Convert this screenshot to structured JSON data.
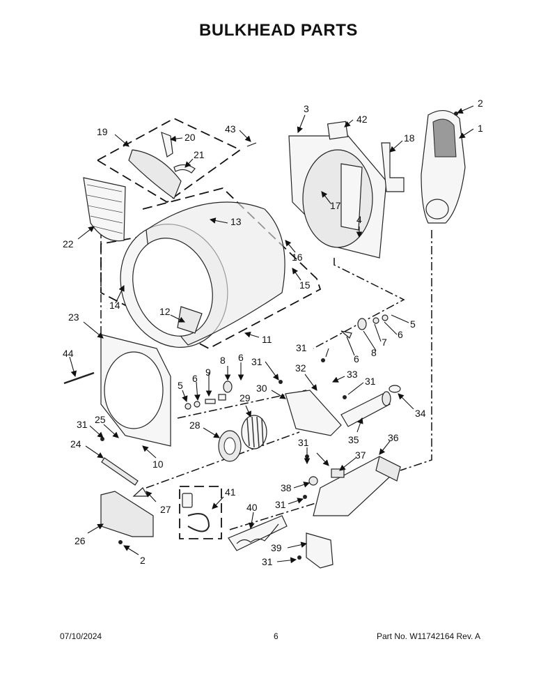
{
  "title": "BULKHEAD PARTS",
  "footer": {
    "date": "07/10/2024",
    "page": "6",
    "part_no": "Part No.  W11742164  Rev.  A"
  },
  "callouts": {
    "c1": "1",
    "c2a": "2",
    "c2b": "2",
    "c3": "3",
    "c4": "4",
    "c5a": "5",
    "c5b": "5",
    "c6a": "6",
    "c6b": "6",
    "c6c": "6",
    "c6d": "6",
    "c7": "7",
    "c8a": "8",
    "c8b": "8",
    "c9": "9",
    "c10": "10",
    "c11": "11",
    "c12": "12",
    "c13": "13",
    "c14": "14",
    "c15": "15",
    "c16": "16",
    "c17": "17",
    "c18": "18",
    "c19": "19",
    "c20": "20",
    "c21": "21",
    "c22": "22",
    "c23": "23",
    "c24": "24",
    "c25": "25",
    "c26": "26",
    "c27": "27",
    "c28": "28",
    "c29": "29",
    "c30": "30",
    "c31a": "31",
    "c31b": "31",
    "c31c": "31",
    "c31d": "31",
    "c31e": "31",
    "c31f": "31",
    "c31g": "31",
    "c32": "32",
    "c33": "33",
    "c34": "34",
    "c35": "35",
    "c36": "36",
    "c37": "37",
    "c38": "38",
    "c39": "39",
    "c40": "40",
    "c41": "41",
    "c42": "42",
    "c43": "43",
    "c44": "44"
  }
}
